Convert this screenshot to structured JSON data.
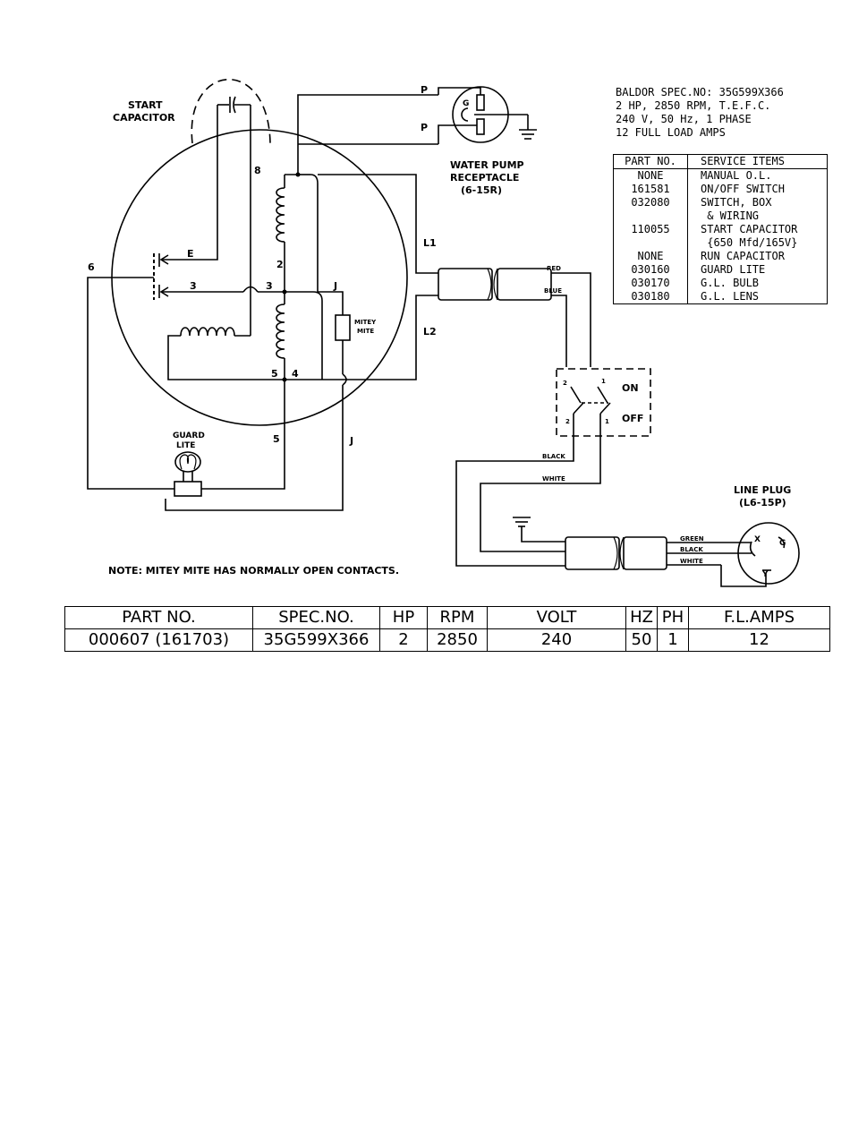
{
  "spec_header": {
    "lines": [
      "BALDOR SPEC.NO: 35G599X366",
      "2 HP, 2850 RPM, T.E.F.C.",
      "240 V, 50 Hz, 1 PHASE",
      "12 FULL LOAD AMPS"
    ]
  },
  "service_table": {
    "headers": [
      "PART NO.",
      "SERVICE ITEMS"
    ],
    "rows": [
      [
        "NONE",
        "MANUAL O.L."
      ],
      [
        "161581",
        "ON/OFF SWITCH"
      ],
      [
        "032080",
        "SWITCH, BOX\n & WIRING"
      ],
      [
        "110055",
        "START CAPACITOR\n {650 Mfd/165V}"
      ],
      [
        "NONE",
        "RUN CAPACITOR"
      ],
      [
        "030160",
        "GUARD LITE"
      ],
      [
        "030170",
        "G.L. BULB"
      ],
      [
        "030180",
        "G.L. LENS"
      ]
    ]
  },
  "diagram": {
    "start_capacitor": [
      "START",
      "CAPACITOR"
    ],
    "water_pump_receptacle": [
      "WATER PUMP",
      "RECEPTACLE",
      "(6-15R)"
    ],
    "line_plug": [
      "LINE PLUG",
      "(L6-15P)"
    ],
    "guard_lite": [
      "GUARD",
      "LITE"
    ],
    "mitey_mite": [
      "MITEY",
      "MITE"
    ],
    "switch_on": "ON",
    "switch_off": "OFF",
    "wire_labels": {
      "p1": "P",
      "p2": "P",
      "l1": "L1",
      "l2": "L2",
      "red": "RED",
      "blue": "BLUE",
      "black": "BLACK",
      "white": "WHITE",
      "plug_green": "GREEN",
      "plug_black": "BLACK",
      "plug_white": "WHITE",
      "n8": "8",
      "n2": "2",
      "n3a": "3",
      "n3b": "3",
      "nE": "E",
      "n6": "6",
      "n5a": "5",
      "n4": "4",
      "n5b": "5",
      "nJa": "J",
      "nJb": "J",
      "sw2a": "2",
      "sw1a": "1",
      "sw2b": "2",
      "sw1b": "1",
      "recG": "G",
      "plugX": "X",
      "plugG": "G",
      "plugY": "Y"
    }
  },
  "note": "NOTE: MITEY MITE HAS NORMALLY OPEN CONTACTS.",
  "motor_table": {
    "headers": [
      "PART NO.",
      "SPEC.NO.",
      "HP",
      "RPM",
      "VOLT",
      "HZ",
      "PH",
      "F.L.AMPS"
    ],
    "values": [
      "000607 (161703)",
      "35G599X366",
      "2",
      "2850",
      "240",
      "50",
      "1",
      "12"
    ]
  }
}
